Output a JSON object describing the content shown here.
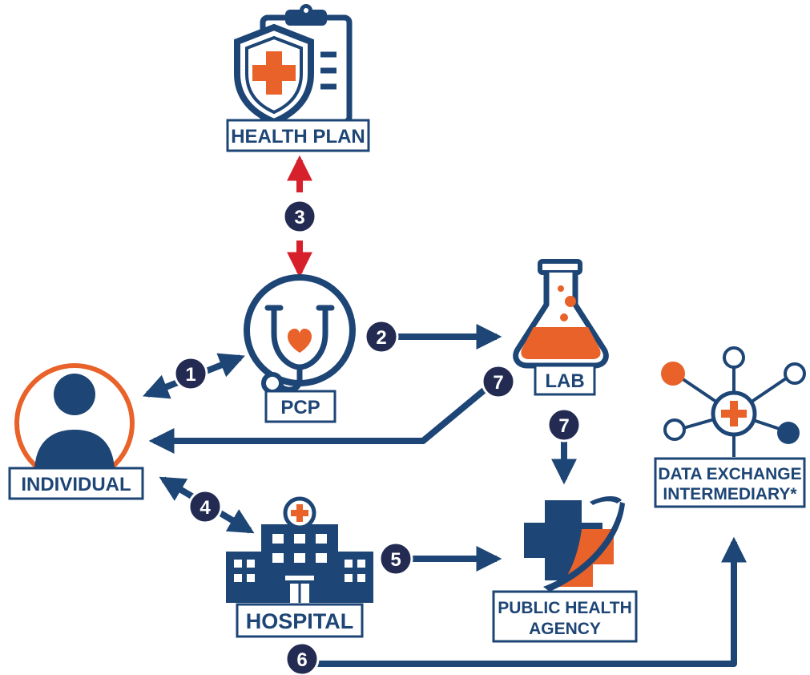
{
  "colors": {
    "navy": "#1d4575",
    "badge": "#232b52",
    "orange": "#e8622a",
    "red": "#d6202b",
    "white": "#ffffff"
  },
  "nodes": {
    "health_plan": {
      "label": "HEALTH PLAN",
      "icon": "health-plan-shield-clipboard-icon"
    },
    "pcp": {
      "label": "PCP",
      "icon": "stethoscope-heart-icon"
    },
    "lab": {
      "label": "LAB",
      "icon": "lab-flask-icon"
    },
    "individual": {
      "label": "INDIVIDUAL",
      "icon": "person-icon"
    },
    "hospital": {
      "label": "HOSPITAL",
      "icon": "hospital-building-icon"
    },
    "public_health_agency": {
      "label_line1": "PUBLIC HEALTH",
      "label_line2": "AGENCY",
      "icon": "public-health-cross-icon"
    },
    "data_exchange": {
      "label_line1": "DATA EXCHANGE",
      "label_line2": "INTERMEDIARY*",
      "icon": "network-hub-icon"
    }
  },
  "steps": {
    "s1": "1",
    "s2": "2",
    "s3": "3",
    "s4": "4",
    "s5": "5",
    "s6": "6",
    "s7a": "7",
    "s7b": "7"
  }
}
